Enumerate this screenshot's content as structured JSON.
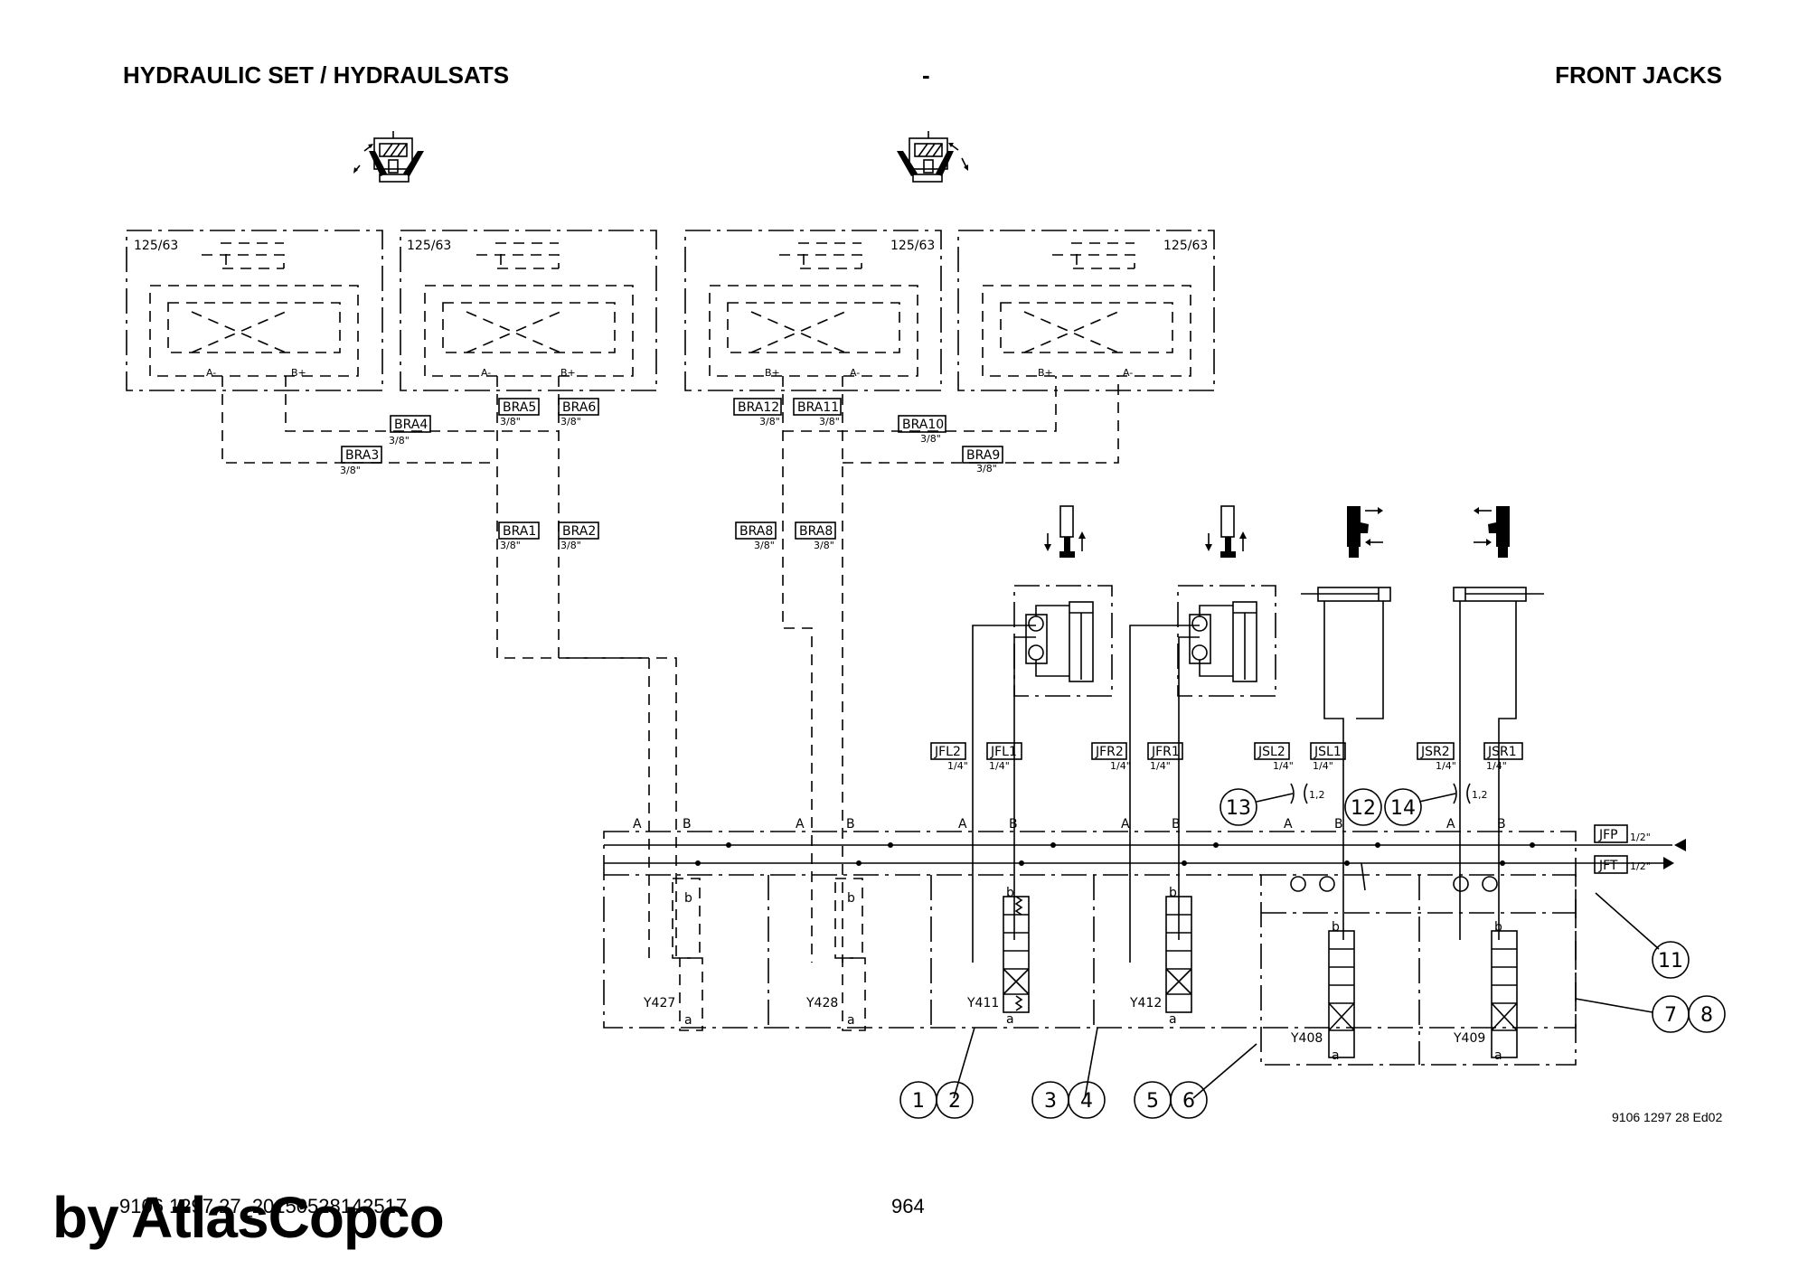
{
  "header": {
    "left_title": "HYDRAULIC SET / HYDRAULSATS",
    "middle_title": "-",
    "right_title": "FRONT JACKS"
  },
  "valve_blocks": [
    {
      "rating": "125/63",
      "port_a": "A-",
      "port_b": "B+"
    },
    {
      "rating": "125/63",
      "port_a": "A-",
      "port_b": "B+"
    },
    {
      "rating": "125/63",
      "port_a": "B+",
      "port_b": "A-"
    },
    {
      "rating": "125/63",
      "port_a": "B+",
      "port_b": "A-"
    }
  ],
  "hoses_upper": [
    {
      "label": "BRA4",
      "size": "3/8\""
    },
    {
      "label": "BRA3",
      "size": "3/8\""
    },
    {
      "label": "BRA5",
      "size": "3/8\""
    },
    {
      "label": "BRA6",
      "size": "3/8\""
    },
    {
      "label": "BRA12",
      "size": "3/8\""
    },
    {
      "label": "BRA11",
      "size": "3/8\""
    },
    {
      "label": "BRA10",
      "size": "3/8\""
    },
    {
      "label": "BRA9",
      "size": "3/8\""
    }
  ],
  "hoses_mid": [
    {
      "label": "BRA1",
      "size": "3/8\""
    },
    {
      "label": "BRA2",
      "size": "3/8\""
    },
    {
      "label": "BRA8",
      "size": "3/8\""
    },
    {
      "label": "BRA8",
      "size": "3/8\""
    }
  ],
  "jack_hoses": [
    {
      "label": "JFL2",
      "size": "1/4\""
    },
    {
      "label": "JFL1",
      "size": "1/4\""
    },
    {
      "label": "JFR2",
      "size": "1/4\""
    },
    {
      "label": "JFR1",
      "size": "1/4\""
    },
    {
      "label": "JSL2",
      "size": "1/4\""
    },
    {
      "label": "JSL1",
      "size": "1/4\""
    },
    {
      "label": "JSR2",
      "size": "1/4\""
    },
    {
      "label": "JSR1",
      "size": "1/4\""
    }
  ],
  "supply_lines": [
    {
      "label": "JFP",
      "size": "1/2\""
    },
    {
      "label": "JFT",
      "size": "1/2\""
    }
  ],
  "port_labels": {
    "a": "A",
    "b": "B"
  },
  "spool_labels": {
    "b": "b",
    "a": "a"
  },
  "restrictor_label": "1,2",
  "solenoids": [
    "Y427",
    "Y428",
    "Y411",
    "Y412",
    "Y408",
    "Y409"
  ],
  "callouts": {
    "c1": "1",
    "c2": "2",
    "c3": "3",
    "c4": "4",
    "c5": "5",
    "c6": "6",
    "c7": "7",
    "c8": "8",
    "c11": "11",
    "c12": "12",
    "c13": "13",
    "c14": "14"
  },
  "icons": [
    "boom-tilt-left-icon",
    "boom-tilt-right-icon",
    "front-jack-left-icon",
    "front-jack-right-icon",
    "side-jack-left-icon",
    "side-jack-right-icon"
  ],
  "doc_id": "9106 1297 28 Ed02",
  "footer": {
    "code": "9106 1297 27_20150528142517",
    "page": "964",
    "watermark": "by AtlasCopco"
  }
}
